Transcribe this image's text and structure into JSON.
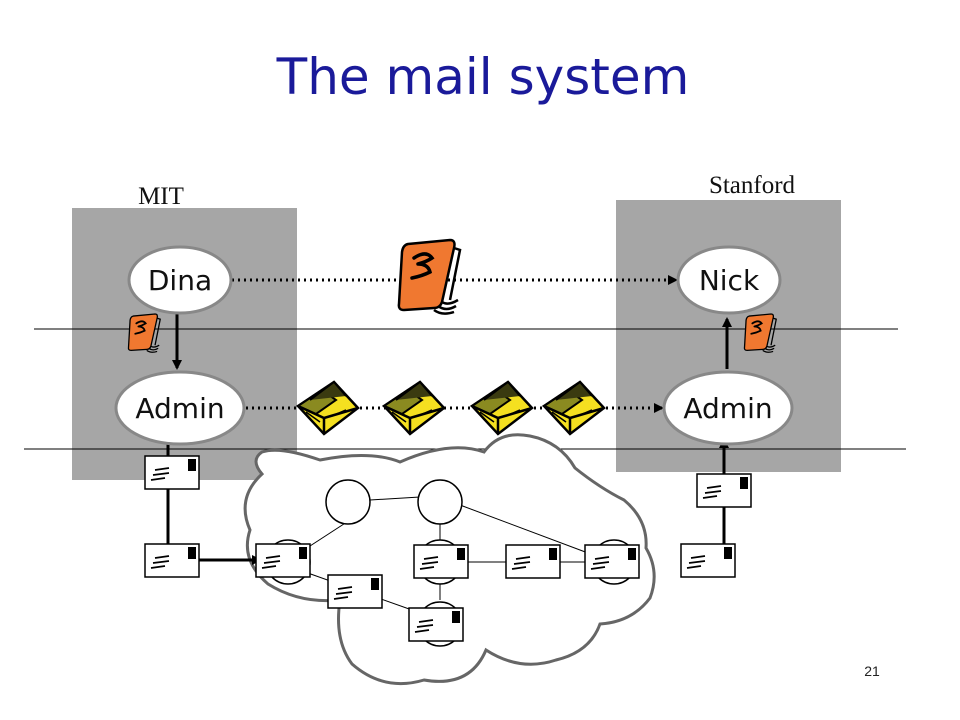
{
  "slide": {
    "title": "The mail system",
    "page_number": "21"
  },
  "sites": {
    "left": {
      "label": "MIT"
    },
    "right": {
      "label": "Stanford"
    }
  },
  "nodes": {
    "sender": "Dina",
    "receiver": "Nick",
    "left_admin": "Admin",
    "right_admin": "Admin"
  },
  "icons": {
    "notebook": "notebook-icon",
    "open_envelope": "open-envelope-icon",
    "letter": "letter-icon",
    "cloud": "cloud-network-icon"
  },
  "colors": {
    "title": "#1a1a9a",
    "site_box": "#a6a6a6",
    "notebook": "#f07830",
    "envelope": "#f5e020",
    "node_fill": "#ffffff"
  }
}
